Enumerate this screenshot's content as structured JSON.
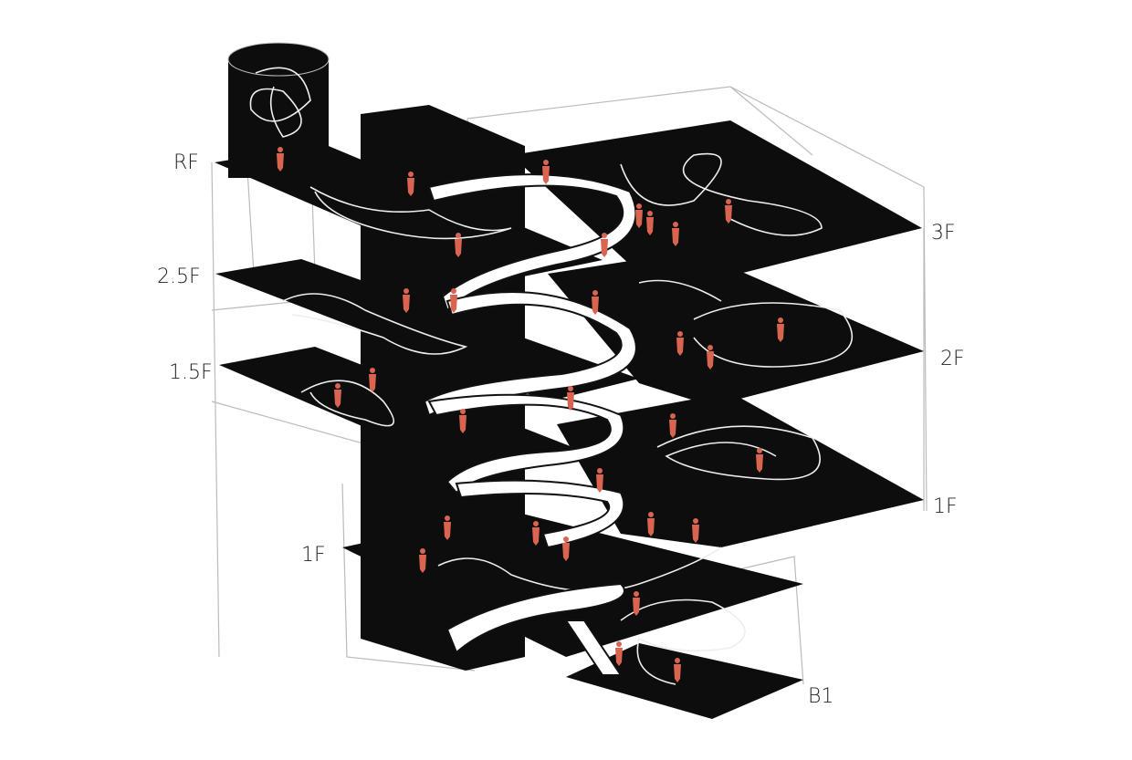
{
  "diagram": {
    "floor_labels_left": [
      "RF",
      "2.5F",
      "1.5F",
      "1F"
    ],
    "floor_labels_right": [
      "3F",
      "2F",
      "1F",
      "B1"
    ],
    "colors": {
      "plate": "#0d0d0d",
      "person": "#d9644f",
      "frame": "#bbbbbb"
    }
  }
}
